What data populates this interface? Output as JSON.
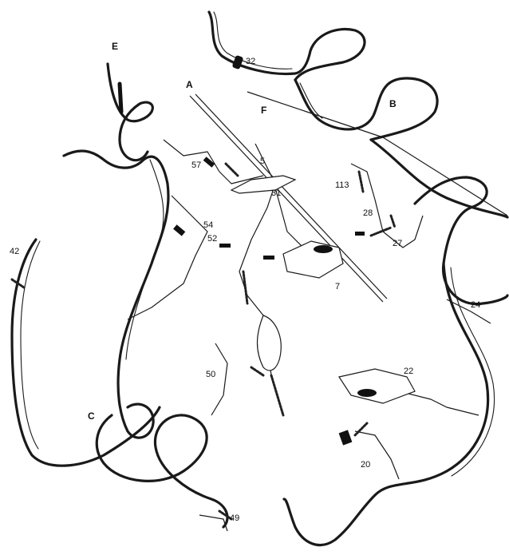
{
  "strand_labels": {
    "A": "A",
    "B": "B",
    "C": "C",
    "E": "E",
    "F": "F"
  },
  "residue_labels": {
    "r32": "32",
    "r57": "57",
    "r5": "5",
    "r31": "31",
    "r113": "113",
    "r28": "28",
    "r27": "27",
    "r42": "42",
    "r54": "54",
    "r52": "52",
    "r7": "7",
    "r24": "24",
    "r50": "50",
    "r22": "22",
    "r20": "20",
    "r49": "49"
  }
}
